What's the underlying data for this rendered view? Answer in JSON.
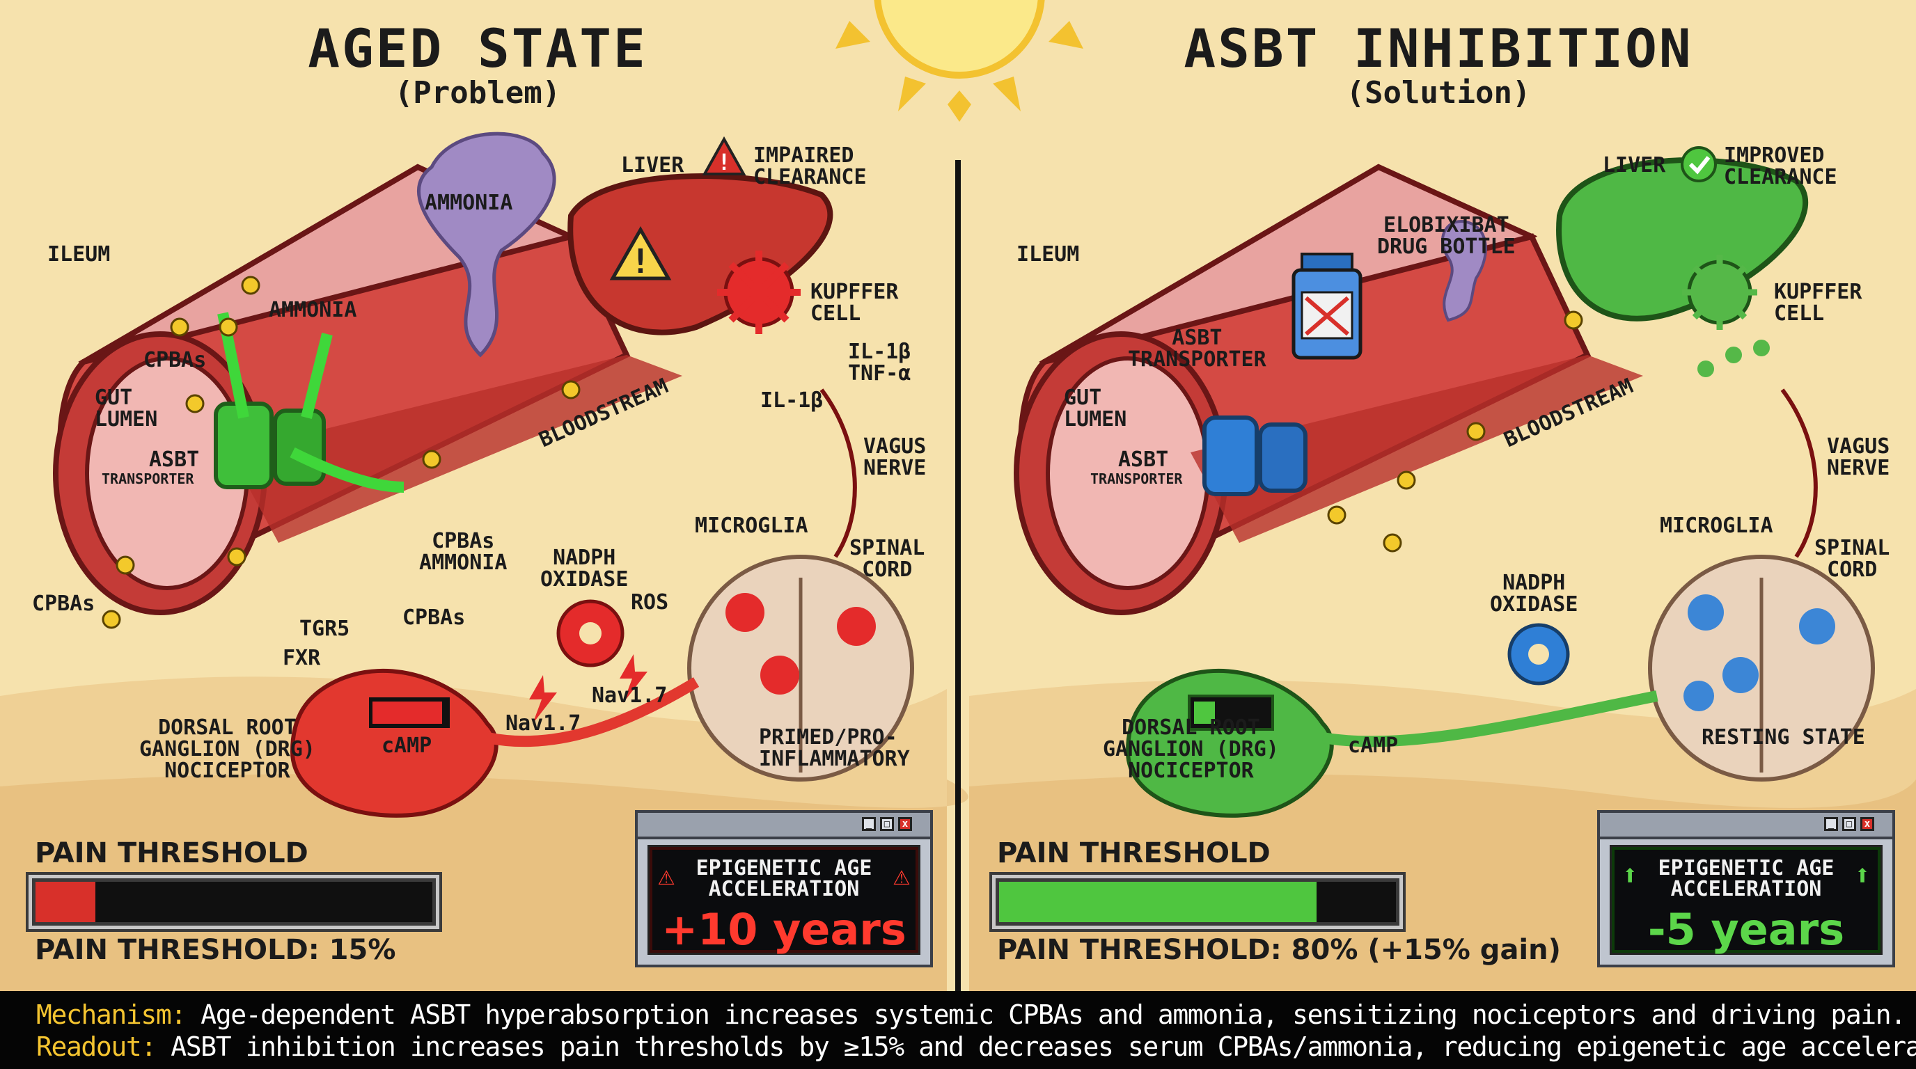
{
  "left": {
    "title": "AGED STATE",
    "subtitle": "(Problem)",
    "labels": {
      "ileum": "ILEUM",
      "gut_lumen": "GUT\nLUMEN",
      "cpbas_lumen": "CPBAs",
      "ammonia_lumen": "AMMONIA",
      "asbt_transporter": "ASBT",
      "asbt_transporter_sub": "TRANSPORTER",
      "ammonia_cloud": "AMMONIA",
      "liver": "LIVER",
      "liver_status": "IMPAIRED\nCLEARANCE",
      "kupffer": "KUPFFER\nCELL",
      "il1b_tnfa": "IL-1β\nTNF-α",
      "il1b": "IL-1β",
      "bloodstream": "BLOODSTREAM",
      "vagus": "VAGUS\nNERVE",
      "cpbas_outside": "CPBAs",
      "cpbas_ammonia": "CPBAs\nAMMONIA",
      "nadph": "NADPH\nOXIDASE",
      "ros": "ROS",
      "microglia": "MICROGLIA",
      "spinal_cord": "SPINAL\nCORD",
      "tgr5": "TGR5",
      "fxr": "FXR",
      "cpbas_drg": "CPBAs",
      "nav_a": "Nav1.7",
      "nav_b": "Nav1.7",
      "camp": "cAMP",
      "drg": "DORSAL ROOT\nGANGLION (DRG)\nNOCICEPTOR",
      "primed": "PRIMED/PRO-\nINFLAMMATORY"
    },
    "pain": {
      "title": "PAIN THRESHOLD",
      "value": 0.15,
      "text": "PAIN THRESHOLD: 15%"
    },
    "epigenetic": {
      "label": "EPIGENETIC AGE\nACCELERATION",
      "value": "+10 years"
    }
  },
  "right": {
    "title": "ASBT INHIBITION",
    "subtitle": "(Solution)",
    "labels": {
      "ileum": "ILEUM",
      "gut_lumen": "GUT\nLUMEN",
      "asbt_transporter_top": "ASBT\nTRANSPORTER",
      "asbt_transporter": "ASBT",
      "asbt_transporter_sub": "TRANSPORTER",
      "drug": "ELOBIXIBAT\nDRUG BOTTLE",
      "liver": "LIVER",
      "liver_status": "IMPROVED\nCLEARANCE",
      "kupffer": "KUPFFER\nCELL",
      "bloodstream": "BLOODSTREAM",
      "vagus": "VAGUS\nNERVE",
      "microglia": "MICROGLIA",
      "spinal_cord": "SPINAL\nCORD",
      "nadph": "NADPH\nOXIDASE",
      "camp": "cAMP",
      "drg": "DORSAL ROOT\nGANGLION (DRG)\nNOCICEPTOR",
      "resting": "RESTING STATE"
    },
    "pain": {
      "title": "PAIN THRESHOLD",
      "value": 0.8,
      "text": "PAIN THRESHOLD: 80% (+15% gain)"
    },
    "epigenetic": {
      "label": "EPIGENETIC AGE\nACCELERATION",
      "value": "-5 years"
    }
  },
  "footer": {
    "mechanism_key": "Mechanism:",
    "mechanism_text": " Age-dependent ASBT hyperabsorption increases systemic CPBAs and ammonia, sensitizing nociceptors and driving pain.",
    "readout_key": "Readout:",
    "readout_text": " ASBT inhibition increases pain thresholds by ≥15% and decreases serum CPBAs/ammonia, reducing epigenetic age acceleration."
  },
  "colors": {
    "aged_accent": "#d8302a",
    "solution_accent": "#4fc63f",
    "epigenetic_bad": "#ff3a2e",
    "epigenetic_good": "#5cd64a",
    "background": "#f6e2ad",
    "footer_key": "#f4c430"
  }
}
